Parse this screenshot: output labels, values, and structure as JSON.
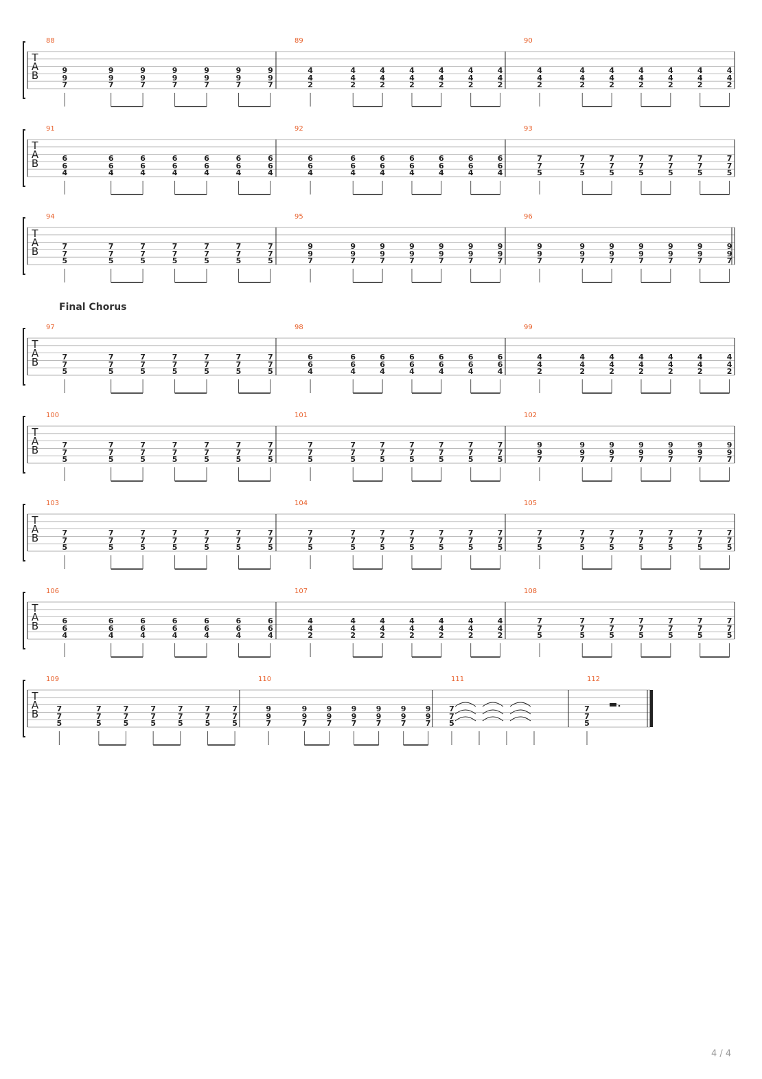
{
  "document": {
    "type": "guitar-tablature",
    "page_indicator": "4 / 4",
    "tab_letters": [
      "T",
      "A",
      "B"
    ]
  },
  "colors": {
    "measure_number": "#e8612c",
    "ink": "#222222",
    "staff_line": "#b0b0b0"
  },
  "systems": [
    {
      "measures": [
        {
          "number": "88",
          "chord": [
            "9",
            "9",
            "7"
          ],
          "notes": 7
        },
        {
          "number": "89",
          "chord": [
            "4",
            "4",
            "2"
          ],
          "notes": 7
        },
        {
          "number": "90",
          "chord": [
            "4",
            "4",
            "2"
          ],
          "notes": 7
        }
      ]
    },
    {
      "measures": [
        {
          "number": "91",
          "chord": [
            "6",
            "6",
            "4"
          ],
          "notes": 7
        },
        {
          "number": "92",
          "chord": [
            "6",
            "6",
            "4"
          ],
          "notes": 7
        },
        {
          "number": "93",
          "chord": [
            "7",
            "7",
            "5"
          ],
          "notes": 7
        }
      ]
    },
    {
      "end_barline": true,
      "measures": [
        {
          "number": "94",
          "chord": [
            "7",
            "7",
            "5"
          ],
          "notes": 7
        },
        {
          "number": "95",
          "chord": [
            "9",
            "9",
            "7"
          ],
          "notes": 7
        },
        {
          "number": "96",
          "chord": [
            "9",
            "9",
            "7"
          ],
          "notes": 7
        }
      ]
    },
    {
      "section": "Final Chorus",
      "measures": [
        {
          "number": "97",
          "chord": [
            "7",
            "7",
            "5"
          ],
          "notes": 7
        },
        {
          "number": "98",
          "chord": [
            "6",
            "6",
            "4"
          ],
          "notes": 7
        },
        {
          "number": "99",
          "chord": [
            "4",
            "4",
            "2"
          ],
          "notes": 7
        }
      ]
    },
    {
      "measures": [
        {
          "number": "100",
          "chord": [
            "7",
            "7",
            "5"
          ],
          "notes": 7
        },
        {
          "number": "101",
          "chord": [
            "7",
            "7",
            "5"
          ],
          "notes": 7
        },
        {
          "number": "102",
          "chord": [
            "9",
            "9",
            "7"
          ],
          "notes": 7
        }
      ]
    },
    {
      "measures": [
        {
          "number": "103",
          "chord": [
            "7",
            "7",
            "5"
          ],
          "notes": 7
        },
        {
          "number": "104",
          "chord": [
            "7",
            "7",
            "5"
          ],
          "notes": 7
        },
        {
          "number": "105",
          "chord": [
            "7",
            "7",
            "5"
          ],
          "notes": 7
        }
      ]
    },
    {
      "measures": [
        {
          "number": "106",
          "chord": [
            "6",
            "6",
            "4"
          ],
          "notes": 7
        },
        {
          "number": "107",
          "chord": [
            "4",
            "4",
            "2"
          ],
          "notes": 7
        },
        {
          "number": "108",
          "chord": [
            "7",
            "7",
            "5"
          ],
          "notes": 7
        }
      ]
    },
    {
      "final_barline": true,
      "measures": [
        {
          "number": "109",
          "chord": [
            "7",
            "7",
            "5"
          ],
          "notes": 7
        },
        {
          "number": "110",
          "chord": [
            "9",
            "9",
            "7"
          ],
          "notes": 7
        },
        {
          "number": "111",
          "chord": [
            "7",
            "7",
            "5"
          ],
          "notes": 1,
          "tied": true
        },
        {
          "number": "112",
          "chord": [
            "7",
            "7",
            "5"
          ],
          "notes": 1,
          "rest": true
        }
      ]
    }
  ]
}
